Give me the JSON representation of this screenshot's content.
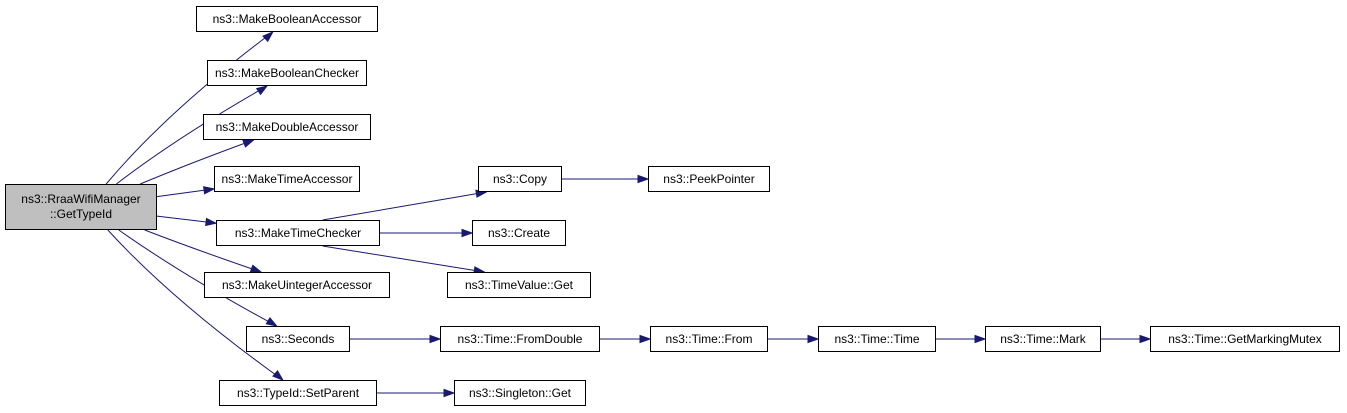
{
  "colors": {
    "edge": "#191970",
    "root_fill": "#bfbfbf",
    "node_fill": "#ffffff",
    "border": "#000000"
  },
  "root": {
    "line1": "ns3::RraaWifiManager",
    "line2": "::GetTypeId"
  },
  "nodes": {
    "make_boolean_accessor": "ns3::MakeBooleanAccessor",
    "make_boolean_checker": "ns3::MakeBooleanChecker",
    "make_double_accessor": "ns3::MakeDoubleAccessor",
    "make_time_accessor": "ns3::MakeTimeAccessor",
    "make_time_checker": "ns3::MakeTimeChecker",
    "make_uinteger_accessor": "ns3::MakeUintegerAccessor",
    "seconds": "ns3::Seconds",
    "typeid_set_parent": "ns3::TypeId::SetParent",
    "copy": "ns3::Copy",
    "peek_pointer": "ns3::PeekPointer",
    "create": "ns3::Create",
    "timevalue_get": "ns3::TimeValue::Get",
    "time_from_double": "ns3::Time::FromDouble",
    "time_from": "ns3::Time::From",
    "time_time": "ns3::Time::Time",
    "time_mark": "ns3::Time::Mark",
    "time_get_marking_mutex": "ns3::Time::GetMarkingMutex",
    "singleton_get": "ns3::Singleton::Get"
  },
  "edges": [
    [
      "root",
      "make_boolean_accessor"
    ],
    [
      "root",
      "make_boolean_checker"
    ],
    [
      "root",
      "make_double_accessor"
    ],
    [
      "root",
      "make_time_accessor"
    ],
    [
      "root",
      "make_time_checker"
    ],
    [
      "root",
      "make_uinteger_accessor"
    ],
    [
      "root",
      "seconds"
    ],
    [
      "root",
      "typeid_set_parent"
    ],
    [
      "make_time_checker",
      "copy"
    ],
    [
      "make_time_checker",
      "create"
    ],
    [
      "make_time_checker",
      "timevalue_get"
    ],
    [
      "copy",
      "peek_pointer"
    ],
    [
      "seconds",
      "time_from_double"
    ],
    [
      "time_from_double",
      "time_from"
    ],
    [
      "time_from",
      "time_time"
    ],
    [
      "time_time",
      "time_mark"
    ],
    [
      "time_mark",
      "time_get_marking_mutex"
    ],
    [
      "typeid_set_parent",
      "singleton_get"
    ]
  ]
}
